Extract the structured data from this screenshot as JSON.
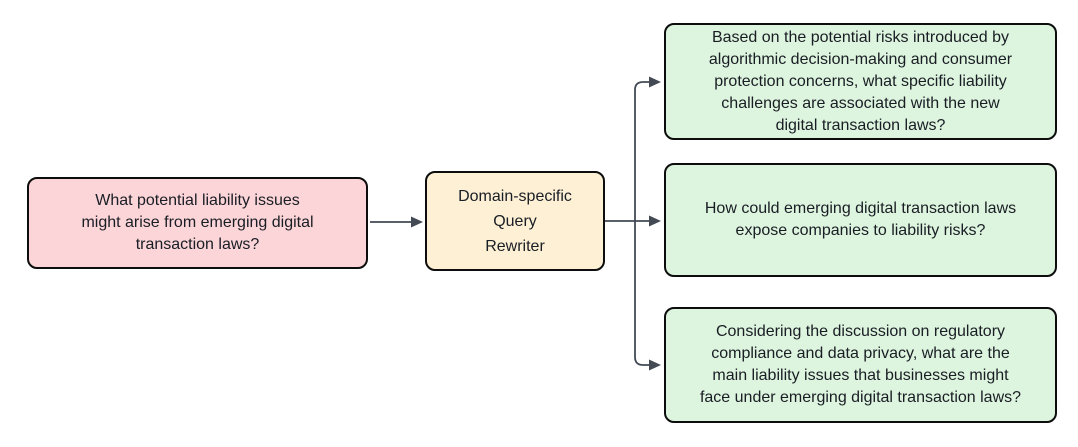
{
  "diagram": {
    "type": "flowchart",
    "direction": "left-to-right",
    "nodes": {
      "input_query": {
        "role": "original user query",
        "fill_color": "#fcd5d8",
        "border_color": "#0d0d0d",
        "lines": [
          "What potential liability issues",
          "might arise from emerging digital",
          "transaction laws?"
        ]
      },
      "rewriter": {
        "role": "processing step",
        "fill_color": "#fdf0d5",
        "border_color": "#0d0d0d",
        "lines": [
          "Domain-specific",
          "Query",
          "Rewriter"
        ]
      },
      "rewrite_1": {
        "role": "rewritten query output 1",
        "fill_color": "#ddf4de",
        "border_color": "#0d0d0d",
        "lines": [
          "Based on the potential risks introduced by",
          "algorithmic decision-making and consumer",
          "protection concerns, what specific liability",
          "challenges are associated with the new",
          "digital transaction laws?"
        ]
      },
      "rewrite_2": {
        "role": "rewritten query output 2",
        "fill_color": "#ddf4de",
        "border_color": "#0d0d0d",
        "lines": [
          "How could emerging digital transaction laws",
          "expose companies to liability risks?"
        ]
      },
      "rewrite_3": {
        "role": "rewritten query output 3",
        "fill_color": "#ddf4de",
        "border_color": "#0d0d0d",
        "lines": [
          "Considering the discussion on regulatory",
          "compliance and data privacy, what are the",
          "main liability issues that businesses might",
          "face under emerging digital transaction laws?"
        ]
      }
    },
    "edges": {
      "color": "#434a54",
      "connections": [
        "input_query -> rewriter",
        "rewriter -> rewrite_1",
        "rewriter -> rewrite_2",
        "rewriter -> rewrite_3"
      ]
    },
    "text_color": "#191d24",
    "background_color": "#ffffff"
  }
}
